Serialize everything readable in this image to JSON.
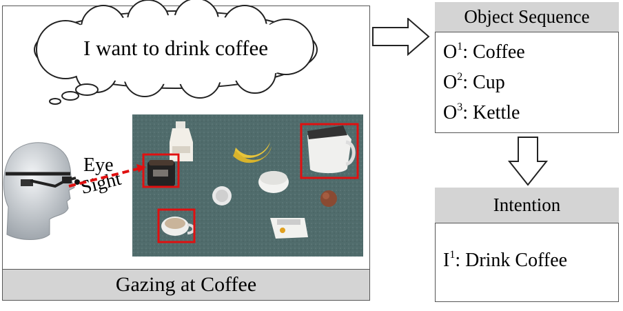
{
  "thought": "I want to drink coffee",
  "eye_sight": {
    "line1": "Eye",
    "line2": "Sight"
  },
  "caption": "Gazing at Coffee",
  "object_sequence": {
    "title": "Object Sequence",
    "items": [
      {
        "letter": "O",
        "index": "1",
        "label": ": Coffee"
      },
      {
        "letter": "O",
        "index": "2",
        "label": ": Cup"
      },
      {
        "letter": "O",
        "index": "3",
        "label": ": Kettle"
      }
    ]
  },
  "intention": {
    "title": "Intention",
    "items": [
      {
        "letter": "I",
        "index": "1",
        "label": ": Drink Coffee"
      }
    ]
  },
  "colors": {
    "highlight_box": "#e01010",
    "gaze_line": "#e01010",
    "header_fill": "#d4d4d4",
    "table_surface": "#4f6a6a"
  }
}
